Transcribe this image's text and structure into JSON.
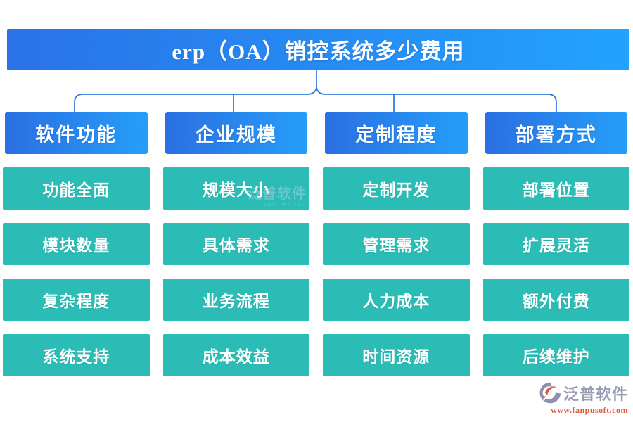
{
  "title": "erp（OA）销控系统多少费用",
  "columns": [
    {
      "header": "软件功能",
      "items": [
        "功能全面",
        "模块数量",
        "复杂程度",
        "系统支持"
      ]
    },
    {
      "header": "企业规模",
      "items": [
        "规模大小",
        "具体需求",
        "业务流程",
        "成本效益"
      ]
    },
    {
      "header": "定制程度",
      "items": [
        "定制开发",
        "管理需求",
        "人力成本",
        "时间资源"
      ]
    },
    {
      "header": "部署方式",
      "items": [
        "部署位置",
        "扩展灵活",
        "额外付费",
        "后续维护"
      ]
    }
  ],
  "watermark": {
    "text": "泛普软件",
    "subtext": "SOFTWARE"
  },
  "logo": {
    "brand": "泛普软件",
    "website": "www.fanpusoft.com"
  },
  "colors": {
    "banner_gradient_start": "#2a72e8",
    "banner_gradient_end": "#22a3fe",
    "header_gradient_start": "#2b6fe2",
    "header_gradient_end": "#259ef8",
    "item_teal": "#2abcb5",
    "connector_blue": "#2e7be0",
    "logo_gray": "#989cb0",
    "logo_orange": "#e2593d"
  }
}
